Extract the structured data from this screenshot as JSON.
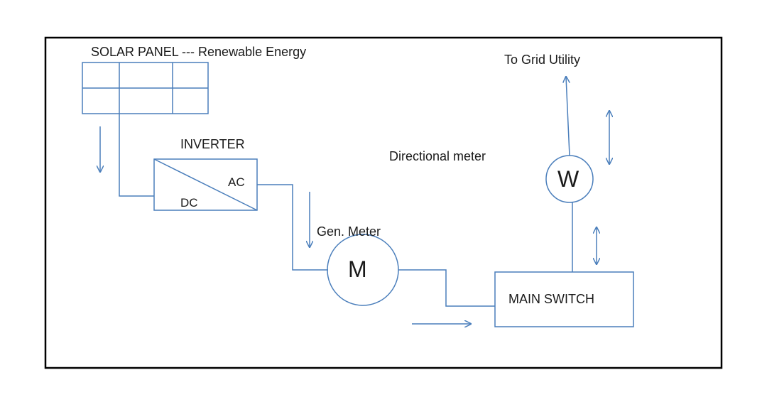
{
  "labels": {
    "solar_panel": "SOLAR PANEL --- Renewable Energy",
    "inverter": "INVERTER",
    "ac": "AC",
    "dc": "DC",
    "gen_meter": "Gen. Meter",
    "gen_meter_symbol": "M",
    "directional_meter": "Directional  meter",
    "directional_meter_symbol": "W",
    "to_grid": "To Grid Utility",
    "main_switch": "MAIN SWITCH"
  },
  "colors": {
    "line": "#4a7ebb",
    "frame": "#000000",
    "text": "#1a1a1a"
  }
}
